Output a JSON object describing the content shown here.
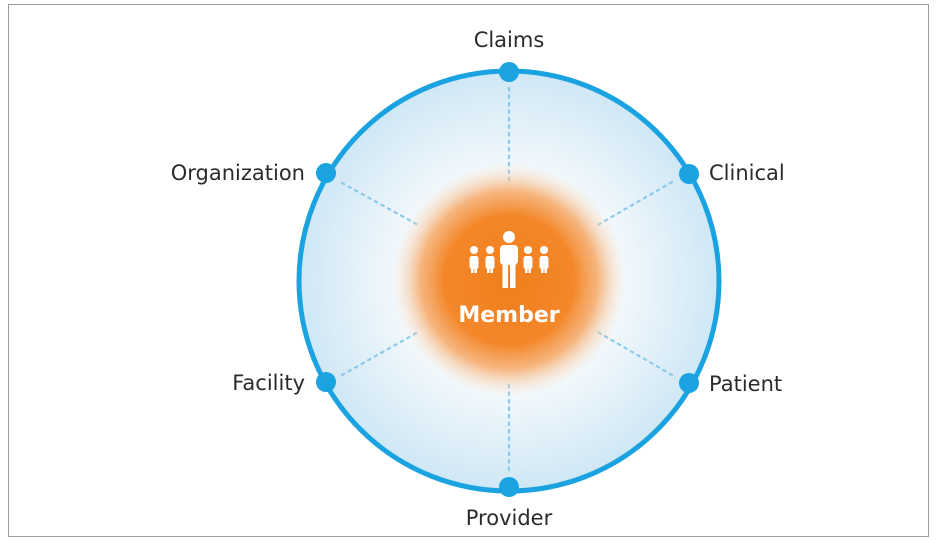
{
  "diagram": {
    "center": {
      "label": "Member",
      "icon": "people-group-icon",
      "color": "#f07f1c"
    },
    "ring_color": "#1aa3e0",
    "nodes": [
      {
        "id": "claims",
        "label": "Claims"
      },
      {
        "id": "clinical",
        "label": "Clinical"
      },
      {
        "id": "patient",
        "label": "Patient"
      },
      {
        "id": "provider",
        "label": "Provider"
      },
      {
        "id": "facility",
        "label": "Facility"
      },
      {
        "id": "organization",
        "label": "Organization"
      }
    ]
  }
}
